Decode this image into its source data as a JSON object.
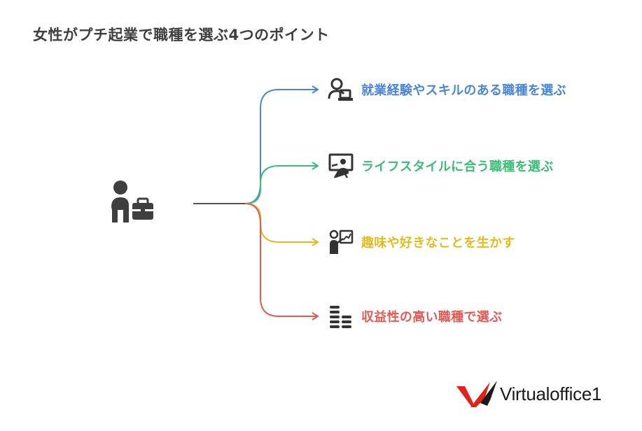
{
  "title": "女性がプチ起業で職種を選ぶ4つのポイント",
  "hub": {
    "icon": "person-with-briefcase-icon"
  },
  "branches": [
    {
      "label": "就業経験やスキルのある職種を選ぶ",
      "color": "#4a86d8",
      "icon": "person-at-laptop-icon"
    },
    {
      "label": "ライフスタイルに合う職種を選ぶ",
      "color": "#3dbb78",
      "icon": "presentation-board-person-icon"
    },
    {
      "label": "趣味や好きなことを生かす",
      "color": "#e0bc1f",
      "icon": "person-pointing-board-icon"
    },
    {
      "label": "収益性の高い職種で選ぶ",
      "color": "#e25a55",
      "icon": "stacked-coins-icon"
    }
  ],
  "logo": {
    "text": "Virtualoffice1",
    "mark_colors": [
      "#e2231a",
      "#1a1a1a"
    ]
  }
}
